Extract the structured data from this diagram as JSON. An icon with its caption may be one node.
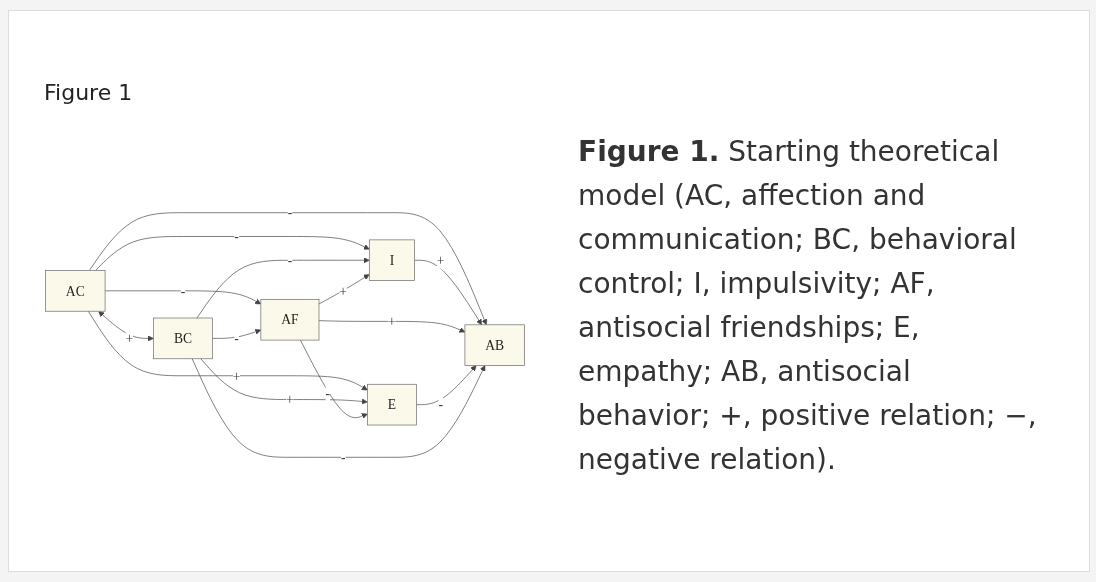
{
  "diagram": {
    "title": "Figure 1",
    "caption": "**Figure 1.** Starting theoretical model (AC, affection and communication; BC, behavioral control; I, impulsivity; AF, antisocial friendships; E, empathy; AB, antisocial behavior; +, positive relation; −, negative relation).",
    "nodes": [
      {
        "text": [
          "AC"
        ]
      },
      {
        "text": [
          "I"
        ]
      },
      {
        "text": [
          "AF"
        ]
      },
      {
        "text": [
          "AB"
        ]
      },
      {
        "text": [
          "BC"
        ]
      },
      {
        "text": [
          "E"
        ]
      }
    ],
    "edges": [
      {
        "from": 0,
        "to": 3,
        "label": "-",
        "arrow": "to"
      },
      {
        "from": 0,
        "to": 1,
        "label": "-",
        "arrow": "to"
      },
      {
        "from": 0,
        "to": 2,
        "label": "-",
        "arrow": "to"
      },
      {
        "from": 0,
        "to": 5,
        "label": "+",
        "arrow": "to"
      },
      {
        "from": 0,
        "to": 4,
        "label": "+",
        "arrow": "both"
      },
      {
        "from": 4,
        "to": 1,
        "label": "-",
        "arrow": "to"
      },
      {
        "from": 4,
        "to": 2,
        "label": "-",
        "arrow": "to"
      },
      {
        "from": 4,
        "to": 5,
        "label": "+",
        "arrow": "to"
      },
      {
        "from": 2,
        "to": 1,
        "label": "+",
        "arrow": "to"
      },
      {
        "from": 2,
        "to": 5,
        "label": "-",
        "arrow": "to"
      },
      {
        "from": 1,
        "to": 3,
        "label": "+",
        "arrow": "to"
      },
      {
        "from": 2,
        "to": 3,
        "label": "+",
        "arrow": "to"
      },
      {
        "from": 5,
        "to": 3,
        "label": "-",
        "arrow": "to"
      },
      {
        "from": 4,
        "to": 3,
        "label": "-",
        "arrow": "to"
      }
    ]
  }
}
